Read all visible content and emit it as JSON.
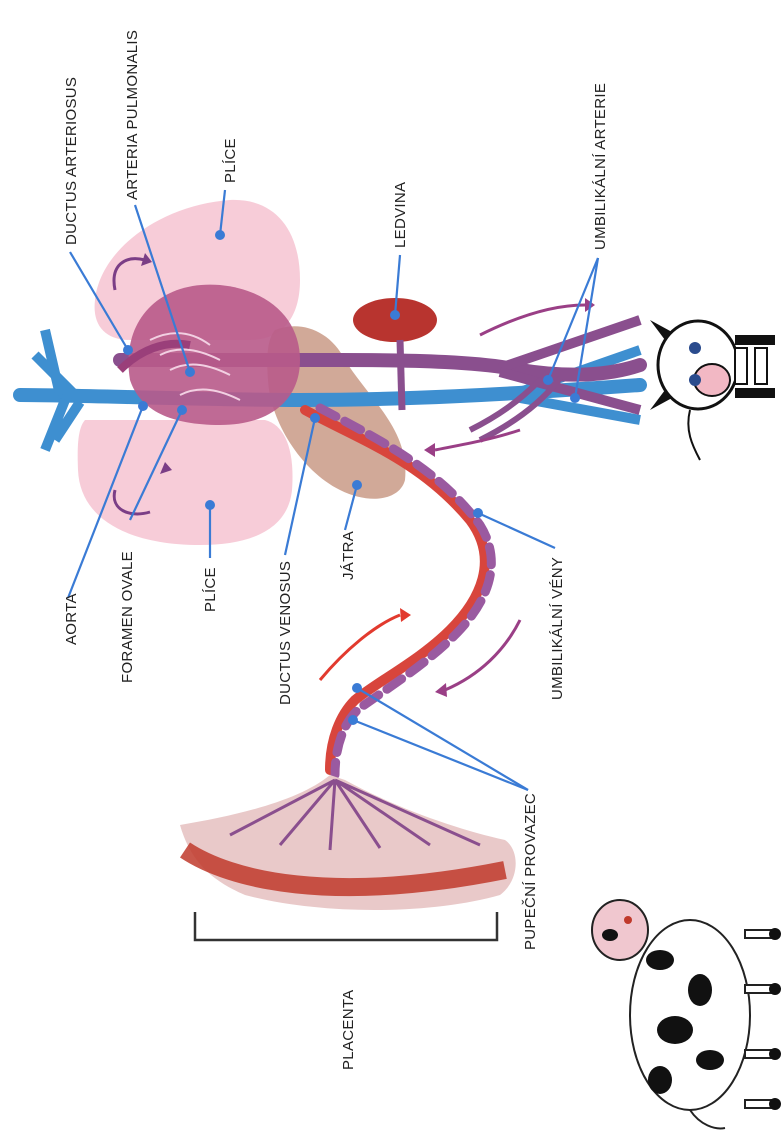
{
  "labels": {
    "ductus_arteriosus": "DUCTUS ARTERIOSUS",
    "arteria_pulmonalis": "ARTERIA PULMONALIS",
    "plice_top": "PLÍCE",
    "ledvina": "LEDVINA",
    "umbilikalni_arterie": "UMBILIKÁLNÍ ARTERIE",
    "aorta": "AORTA",
    "foramen_ovale": "FORAMEN OVALE",
    "plice_bottom": "PLÍCE",
    "ductus_venosus": "DUCTUS VENOSUS",
    "jatra": "JÁTRA",
    "umbilikalni_veny": "UMBILIKÁLNÍ VÉNY",
    "pupecni_provazec": "PUPEČNÍ PROVAZEC",
    "placenta": "PLACENTA"
  },
  "colors": {
    "leader": "#3a7bd5",
    "lung": "#f6c6d4",
    "heart": "#b85a8a",
    "vein_blue": "#3e8fd0",
    "artery_purple": "#8a4f8e",
    "umbilical_red": "#d8453c",
    "liver": "#c99a86",
    "kidney": "#b8342f"
  }
}
